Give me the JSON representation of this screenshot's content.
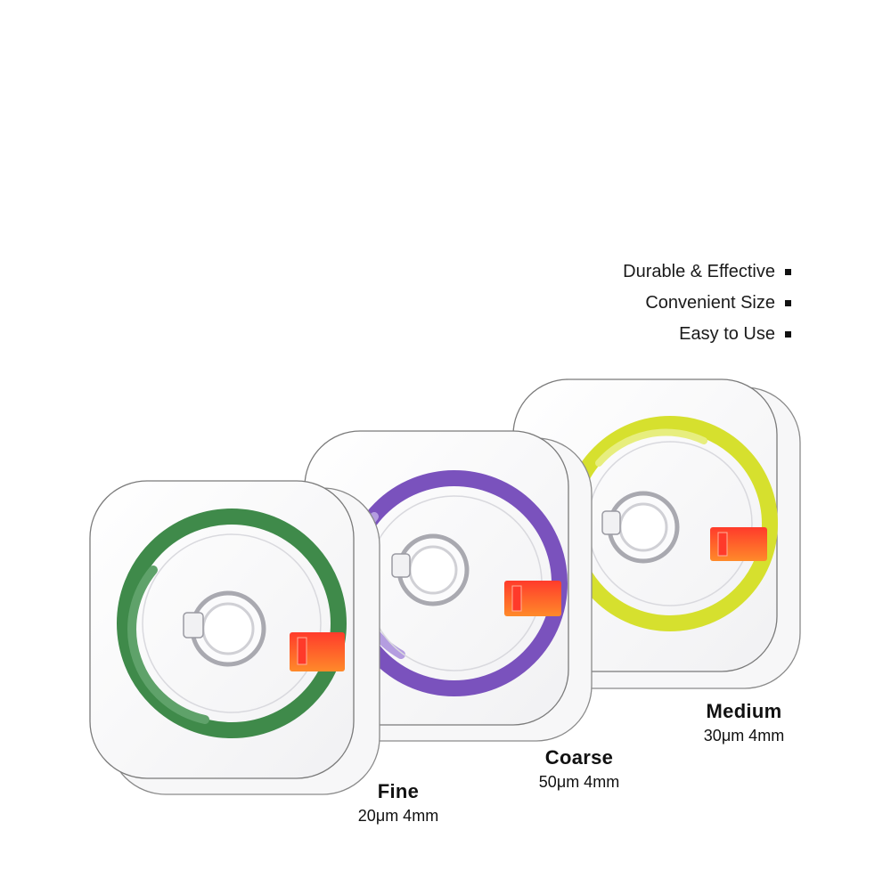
{
  "features": [
    {
      "text": "Durable & Effective"
    },
    {
      "text": "Convenient Size"
    },
    {
      "text": "Easy to Use"
    }
  ],
  "products": [
    {
      "name": "Fine",
      "spec": "20μm 4mm",
      "strip_color": "#3f8a4a",
      "tab_color": "#ff5a1f"
    },
    {
      "name": "Coarse",
      "spec": "50μm 4mm",
      "strip_color": "#7a52bd",
      "tab_color": "#ff5a1f"
    },
    {
      "name": "Medium",
      "spec": "30μm 4mm",
      "strip_color": "#d6e02e",
      "tab_color": "#ff5a1f"
    }
  ]
}
